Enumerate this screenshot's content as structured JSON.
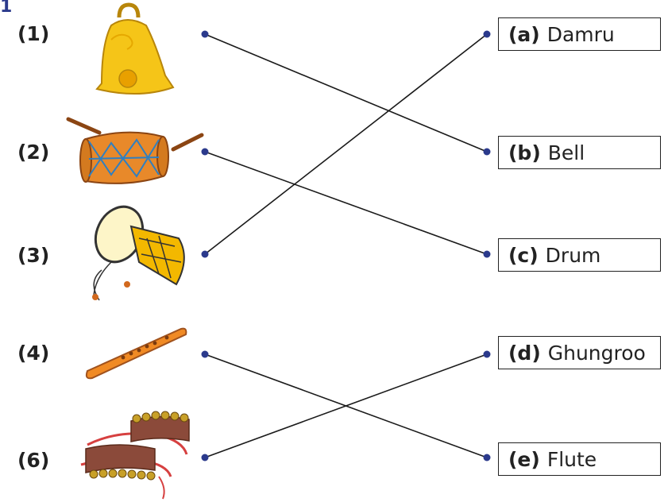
{
  "question_number": "1",
  "left_items": [
    {
      "number": "(1)",
      "icon": "bell-icon"
    },
    {
      "number": "(2)",
      "icon": "dholak-drum-icon"
    },
    {
      "number": "(3)",
      "icon": "damru-icon"
    },
    {
      "number": "(4)",
      "icon": "flute-icon"
    },
    {
      "number": "(6)",
      "icon": "ghungroo-icon"
    }
  ],
  "right_items": [
    {
      "letter": "(a)",
      "label": "Damru"
    },
    {
      "letter": "(b)",
      "label": "Bell"
    },
    {
      "letter": "(c)",
      "label": "Drum"
    },
    {
      "letter": "(d)",
      "label": "Ghungroo"
    },
    {
      "letter": "(e)",
      "label": "Flute"
    }
  ],
  "matches": [
    {
      "from": "(1)",
      "to": "(b)"
    },
    {
      "from": "(2)",
      "to": "(c)"
    },
    {
      "from": "(3)",
      "to": "(a)"
    },
    {
      "from": "(4)",
      "to": "(e)"
    },
    {
      "from": "(6)",
      "to": "(d)"
    }
  ],
  "colors": {
    "dot": "#2b3a8c",
    "line": "#1a1a1a",
    "text": "#222222"
  }
}
